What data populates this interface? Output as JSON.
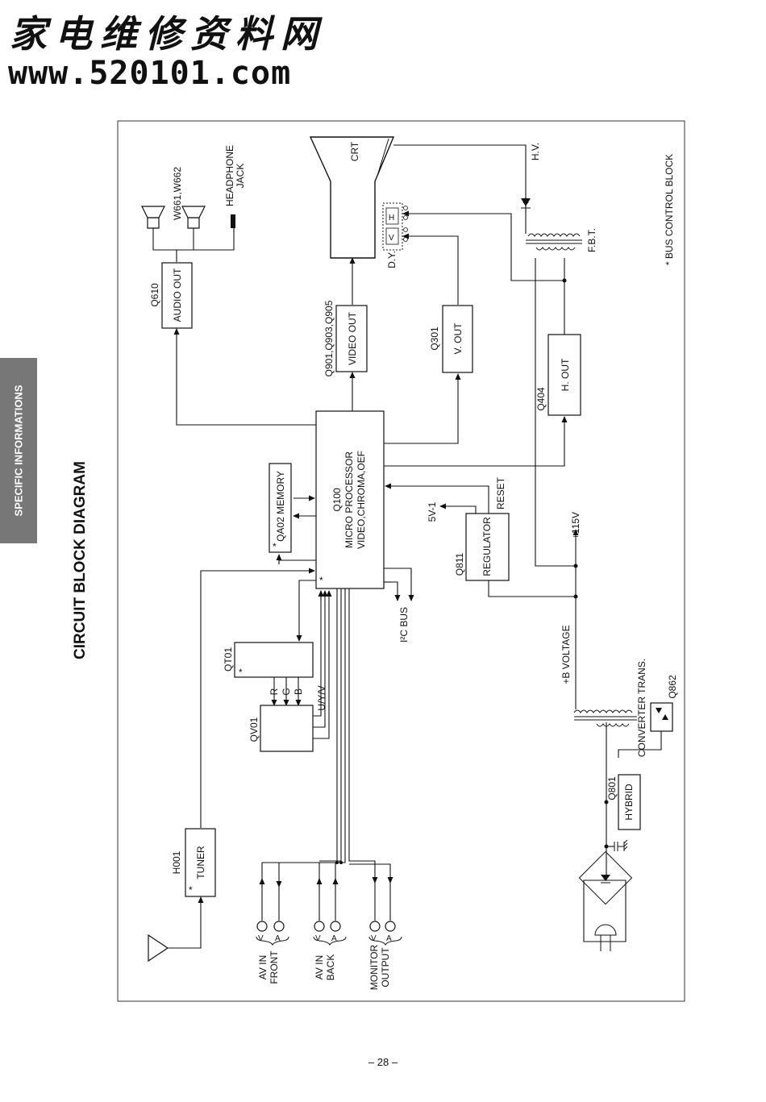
{
  "watermark": {
    "chinese": "家电维修资料网",
    "url": "www.520101.com"
  },
  "side_tab": "SPECIFIC INFORMATIONS",
  "title": "CIRCUIT BLOCK DIAGRAM",
  "page_number": "– 28 –",
  "diagram": {
    "blocks": {
      "tuner": {
        "ref": "H001",
        "label": "TUNER",
        "mark": "*"
      },
      "qt01": {
        "ref": "QT01",
        "mark": "*"
      },
      "qv01": {
        "ref": "QV01"
      },
      "memory": {
        "label": "QA02 MEMORY",
        "mark": "*"
      },
      "micro": {
        "ref": "Q100",
        "line1": "MICRO PROCESSOR",
        "line2": "VIDEO,CHROMA,OEF",
        "mark": "*"
      },
      "audio_out": {
        "ref": "Q610",
        "label": "AUDIO OUT"
      },
      "video_out": {
        "ref": "Q901,Q903,Q905",
        "label": "VIDEO OUT"
      },
      "v_out": {
        "ref": "Q301",
        "label": "V. OUT"
      },
      "h_out": {
        "ref": "Q404",
        "label": "H. OUT"
      },
      "regulator": {
        "ref": "Q811",
        "label": "REGULATOR"
      },
      "hybrid": {
        "ref": "Q801",
        "label": "HYBRID"
      },
      "crt": {
        "label": "CRT"
      }
    },
    "labels": {
      "rgb": [
        "R",
        "G",
        "B"
      ],
      "uyv": "U/Y/V",
      "i2c_bus": "I²C BUS",
      "v5": "5V-1",
      "reset": "RESET",
      "v115": "+115V",
      "b_voltage": "+B VOLTAGE",
      "converter": "CONVERTER TRANS.",
      "q862": "Q862",
      "fbt": "F.B.T.",
      "hv": "H.V.",
      "dy": "D.Y.",
      "dy_h": "H",
      "dy_v": "V",
      "speakers": "W661,W662",
      "headphone_1": "HEADPHONE",
      "headphone_2": "JACK",
      "bus_control": "* BUS CONTROL BLOCK",
      "av_front_1": "AV IN",
      "av_front_2": "FRONT",
      "av_back_1": "AV IN",
      "av_back_2": "BACK",
      "monitor_1": "MONITOR",
      "monitor_2": "OUTPUT",
      "jack_v": "V",
      "jack_a": "A"
    }
  }
}
